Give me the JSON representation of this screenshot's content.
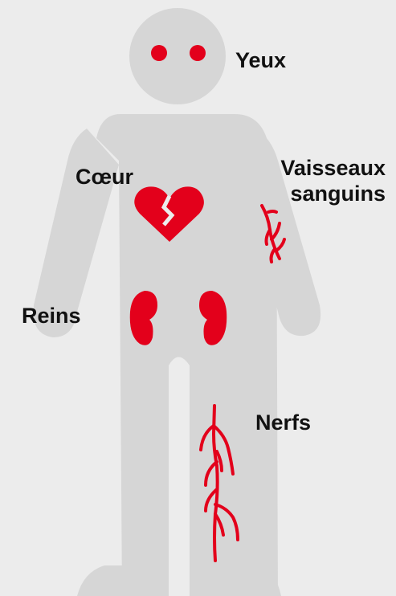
{
  "colors": {
    "background": "#ececec",
    "body": "#d6d6d6",
    "organs": "#e3001b",
    "text": "#111111"
  },
  "labels": {
    "eyes": "Yeux",
    "heart": "Cœur",
    "vessels_line1": "Vaisseaux",
    "vessels_line2": "sanguins",
    "kidneys": "Reins",
    "nerves": "Nerfs"
  },
  "icons": [
    "eyes-icon",
    "broken-heart-icon",
    "kidneys-icon",
    "blood-vessels-icon",
    "nerves-icon"
  ]
}
